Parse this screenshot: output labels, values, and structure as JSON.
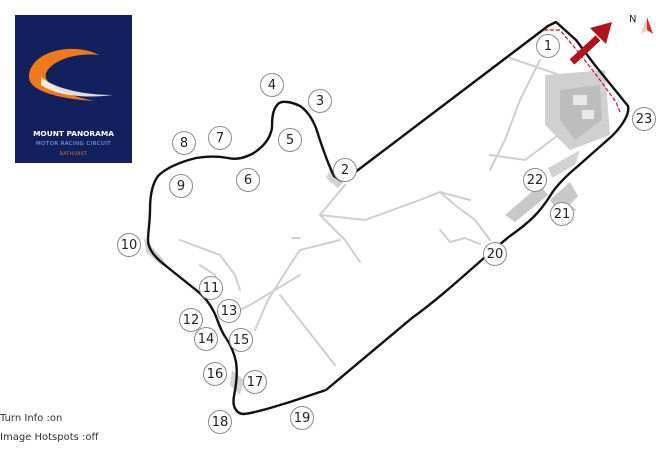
{
  "logo": {
    "title": "MOUNT PANORAMA",
    "subtitle": "MOTOR RACING CIRCUIT",
    "location": "BATHURST",
    "colors": {
      "background": "#12215e",
      "swoosh": "#f07a1a"
    }
  },
  "compass": {
    "label": "N",
    "color": "#d42a1c"
  },
  "start_arrow_color": "#b0141a",
  "turns": [
    {
      "num": "1"
    },
    {
      "num": "2"
    },
    {
      "num": "3"
    },
    {
      "num": "4"
    },
    {
      "num": "5"
    },
    {
      "num": "6"
    },
    {
      "num": "7"
    },
    {
      "num": "8"
    },
    {
      "num": "9"
    },
    {
      "num": "10"
    },
    {
      "num": "11"
    },
    {
      "num": "12"
    },
    {
      "num": "13"
    },
    {
      "num": "14"
    },
    {
      "num": "15"
    },
    {
      "num": "16"
    },
    {
      "num": "17"
    },
    {
      "num": "18"
    },
    {
      "num": "19"
    },
    {
      "num": "20"
    },
    {
      "num": "21"
    },
    {
      "num": "22"
    },
    {
      "num": "23"
    }
  ],
  "footer": {
    "turn_info": "Turn Info :on",
    "image_hotspots": "Image Hotspots :off"
  }
}
